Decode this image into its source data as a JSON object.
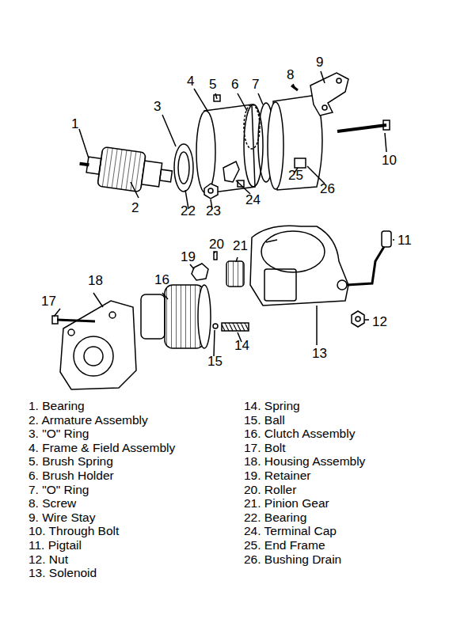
{
  "diagram": {
    "labels": [
      "1",
      "2",
      "3",
      "4",
      "5",
      "6",
      "7",
      "8",
      "9",
      "10",
      "22",
      "23",
      "24",
      "25",
      "26",
      "11",
      "12",
      "13",
      "14",
      "15",
      "16",
      "17",
      "18",
      "19",
      "20",
      "21",
      "1. Bearing",
      "2. Armature Assembly",
      "3. \"O\" Ring",
      "4. Frame & Field Assembly",
      "5. Brush Spring",
      "6. Brush Holder",
      "7. \"O\" Ring",
      "8. Screw",
      "9. Wire Stay",
      "10. Through Bolt",
      "11. Pigtail",
      "12. Nut",
      "13. Solenoid",
      "14. Spring",
      "15. Ball",
      "16. Clutch Assembly",
      "17. Bolt",
      "18. Housing Assembly",
      "19. Retainer",
      "20. Roller",
      "21. Pinion Gear",
      "22. Bearing",
      "24. Terminal Cap",
      "25. End Frame",
      "26. Bushing Drain"
    ]
  }
}
